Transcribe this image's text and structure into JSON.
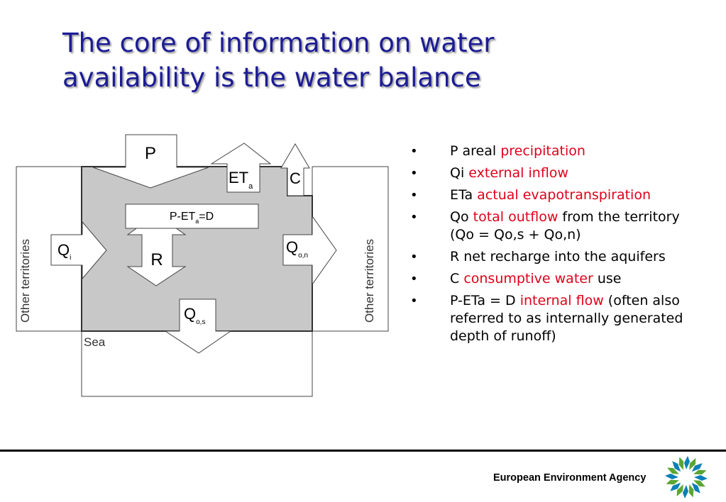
{
  "title": {
    "line1": "The core of information on water",
    "line2": "availability is the water balance"
  },
  "diagram": {
    "labels": {
      "p": "P",
      "et_main": "ET",
      "et_sub": "a",
      "c": "C",
      "box_pre": "P-ET",
      "box_sub": "a",
      "box_post": "=D",
      "qi_main": "Q",
      "qi_sub": "i",
      "r": "R",
      "qon_main": "Q",
      "qon_sub": "o,n",
      "qos_main": "Q",
      "qos_sub": "o,s",
      "other_left": "Other territories",
      "other_right": "Other territories",
      "sea": "Sea"
    },
    "colors": {
      "territory_fill": "#c8c8c8",
      "arrow_fill": "#ffffff",
      "stroke": "#444444"
    }
  },
  "bullets": [
    {
      "plain_before": "P areal ",
      "highlight": "precipitation",
      "plain_after": ""
    },
    {
      "plain_before": "Qi ",
      "highlight": "external inflow",
      "plain_after": ""
    },
    {
      "plain_before": "ETa ",
      "highlight": "actual evapotranspiration",
      "plain_after": ""
    },
    {
      "plain_before": "Qo ",
      "highlight": "total outflow",
      "plain_after": " from the territory (Qo = Qo,s + Qo,n)"
    },
    {
      "plain_before": "R net recharge into the aquifers",
      "highlight": "",
      "plain_after": ""
    },
    {
      "plain_before": "C ",
      "highlight": "consumptive water",
      "plain_after": " use"
    },
    {
      "plain_before": "P-ETa = D ",
      "highlight": "internal flow",
      "plain_after": " (often also referred to as internally generated depth of runoff)"
    }
  ],
  "colors": {
    "title": "#1c1c96",
    "highlight": "#e0001b"
  },
  "footer": {
    "agency": "European Environment Agency",
    "logo_icon": "eea-sun-logo-icon"
  }
}
